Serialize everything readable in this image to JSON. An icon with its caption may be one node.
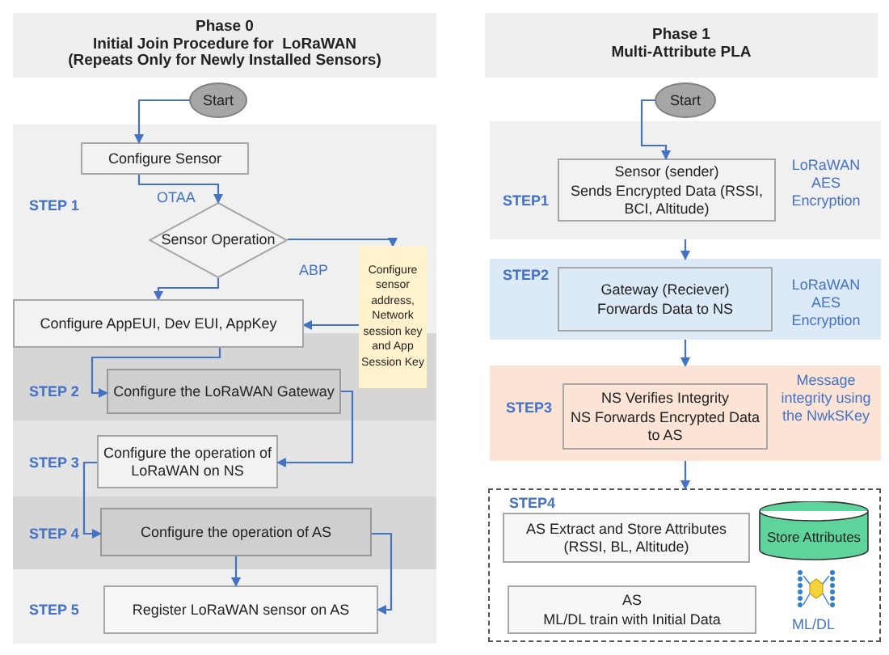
{
  "diagram": {
    "nodes": [
      {
        "text": [
          "Phase 0",
          "Initial Join Procedure for  LoRaWAN",
          "(Repeats Only for Newly Installed Sensors)"
        ]
      },
      {
        "text": [
          "Start"
        ]
      },
      {
        "text": [
          "STEP 1"
        ]
      },
      {
        "text": [
          "Configure Sensor"
        ],
        "in": 2
      },
      {
        "text": [
          "Sensor Operation"
        ],
        "in": 2
      },
      {
        "text": [
          "Configure sensor address, Network session key and App Session Key"
        ]
      },
      {
        "text": [
          "Configure AppEUI, Dev EUI, AppKey"
        ]
      },
      {
        "text": [
          "STEP 2"
        ]
      },
      {
        "text": [
          "Configure the LoRaWAN Gateway"
        ],
        "in": 7
      },
      {
        "text": [
          "STEP 3"
        ]
      },
      {
        "text": [
          "Configure the operation of LoRaWAN on NS"
        ],
        "in": 9
      },
      {
        "text": [
          "STEP 4"
        ]
      },
      {
        "text": [
          "Configure the operation of AS"
        ],
        "in": 11
      },
      {
        "text": [
          "STEP 5"
        ]
      },
      {
        "text": [
          "Register LoRaWAN sensor on AS"
        ],
        "in": 13
      },
      {
        "text": [
          "Phase 1",
          "Multi-Attribute PLA"
        ]
      },
      {
        "text": [
          "Start"
        ]
      },
      {
        "text": [
          "STEP1",
          "LoRaWAN AES Encryption"
        ]
      },
      {
        "text": [
          "Sensor (sender)",
          "Sends Encrypted Data (RSSI, BCI, Altitude)"
        ],
        "in": 17
      },
      {
        "text": [
          "STEP2",
          "LoRaWAN AES Encryption"
        ]
      },
      {
        "text": [
          "Gateway (Reciever)",
          "Forwards Data to NS"
        ],
        "in": 19
      },
      {
        "text": [
          "STEP3",
          "Message integrity using the NwkSKey"
        ]
      },
      {
        "text": [
          "NS Verifies Integrity",
          "NS Forwards Encrypted Data to AS"
        ],
        "in": 21
      },
      {
        "text": [
          "STEP4"
        ]
      },
      {
        "text": [
          "AS Extract and Store Attributes (RSSI, BL, Altitude)"
        ],
        "in": 23
      },
      {
        "text": [
          "Store Attributes"
        ],
        "in": 23
      },
      {
        "text": [
          "AS",
          "ML/DL train with Initial Data"
        ],
        "in": 23
      }
    ],
    "edges": [
      {
        "from": 1,
        "to": 3,
        "arrow": "to"
      },
      {
        "from": 3,
        "to": 4,
        "arrow": "to",
        "label": "OTAA"
      },
      {
        "from": 4,
        "to": 5,
        "arrow": "to",
        "label": "ABP"
      },
      {
        "from": 4,
        "to": 6,
        "arrow": "to"
      },
      {
        "from": 5,
        "to": 6,
        "arrow": "to"
      },
      {
        "from": 6,
        "to": 8,
        "arrow": "to"
      },
      {
        "from": 8,
        "to": 10,
        "arrow": "to"
      },
      {
        "from": 10,
        "to": 12,
        "arrow": "to"
      },
      {
        "from": 12,
        "to": 14,
        "arrow": "to"
      },
      {
        "from": 12,
        "to": 14,
        "arrow": "to"
      },
      {
        "from": 16,
        "to": 18,
        "arrow": "to"
      },
      {
        "from": 17,
        "to": 19,
        "arrow": "to"
      },
      {
        "from": 19,
        "to": 21,
        "arrow": "to"
      },
      {
        "from": 21,
        "to": 23,
        "arrow": "to"
      }
    ],
    "labels": [
      "ML/DL"
    ]
  }
}
